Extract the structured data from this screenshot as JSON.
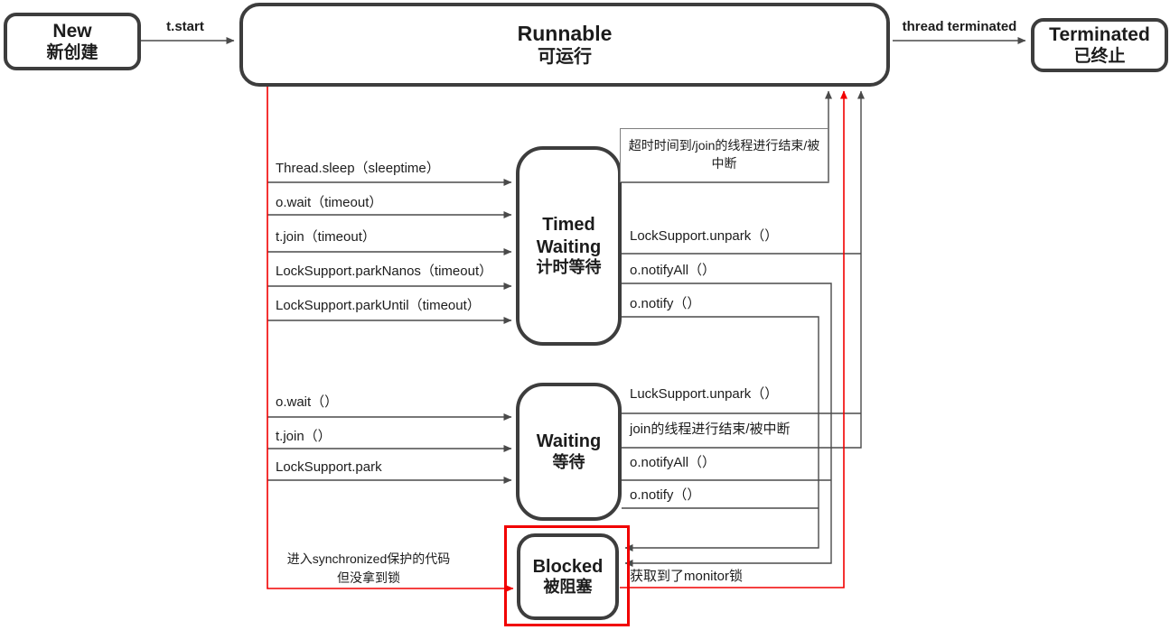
{
  "colors": {
    "box_border": "#3d3d3d",
    "wire": "#4a4a4a",
    "accent_red": "#f10000"
  },
  "states": {
    "new": {
      "name": "New",
      "cn": "新创建"
    },
    "runnable": {
      "name": "Runnable",
      "cn": "可运行"
    },
    "terminated": {
      "name": "Terminated",
      "cn": "已终止"
    },
    "timed_waiting": {
      "name": "Timed Waiting",
      "cn": "计时等待"
    },
    "waiting": {
      "name": "Waiting",
      "cn": "等待"
    },
    "blocked": {
      "name": "Blocked",
      "cn": "被阻塞"
    }
  },
  "labels": {
    "t_start": "t.start",
    "thread_terminated": "thread terminated",
    "to_timed_waiting": [
      "Thread.sleep（sleeptime）",
      "o.wait（timeout）",
      "t.join（timeout）",
      "LockSupport.parkNanos（timeout）",
      "LockSupport.parkUntil（timeout）"
    ],
    "tw_timeout": "超时时间到/join的线程进行结束/被中断",
    "tw_unpark": "LockSupport.unpark（）",
    "tw_notify_all": "o.notifyAll（）",
    "tw_notify": "o.notify（）",
    "to_waiting": [
      "o.wait（）",
      "t.join（）",
      "LockSupport.park"
    ],
    "w_unpark": "LuckSupport.unpark（）",
    "w_join_end": "join的线程进行结束/被中断",
    "w_notify_all": "o.notifyAll（）",
    "w_notify": "o.notify（）",
    "enter_sync_1": "进入synchronized保护的代码",
    "enter_sync_2": "但没拿到锁",
    "monitor_lock": "获取到了monitor锁"
  }
}
